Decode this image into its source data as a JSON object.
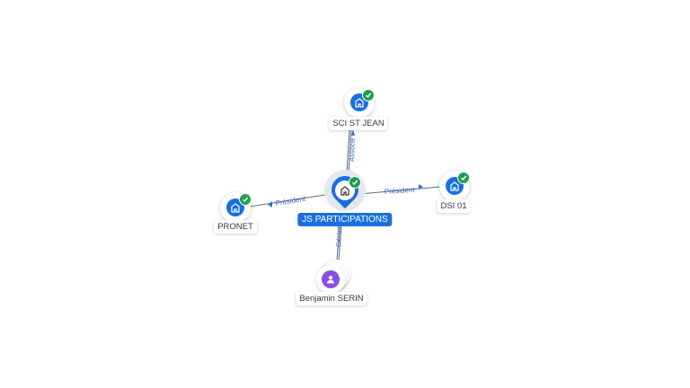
{
  "center": {
    "label": "JS PARTICIPATIONS",
    "icon": "building-icon"
  },
  "nodes": {
    "top": {
      "label": "SCI ST JEAN",
      "icon": "building-icon",
      "verified": true
    },
    "right": {
      "label": "DSI 01",
      "icon": "building-icon",
      "verified": true
    },
    "left": {
      "label": "PRONET",
      "icon": "building-icon",
      "verified": true
    },
    "bottom": {
      "label": "Benjamin SERIN",
      "icon": "person-icon"
    }
  },
  "edges": {
    "top": {
      "label": "Associé"
    },
    "right": {
      "label": "Président"
    },
    "left": {
      "label": "Président"
    },
    "bottom": {
      "label": "Gérant"
    }
  },
  "colors": {
    "primary": "#1a6fe0",
    "verified": "#1e9e4f",
    "person": "#8a4fe0",
    "edge": "#5c6b85"
  }
}
